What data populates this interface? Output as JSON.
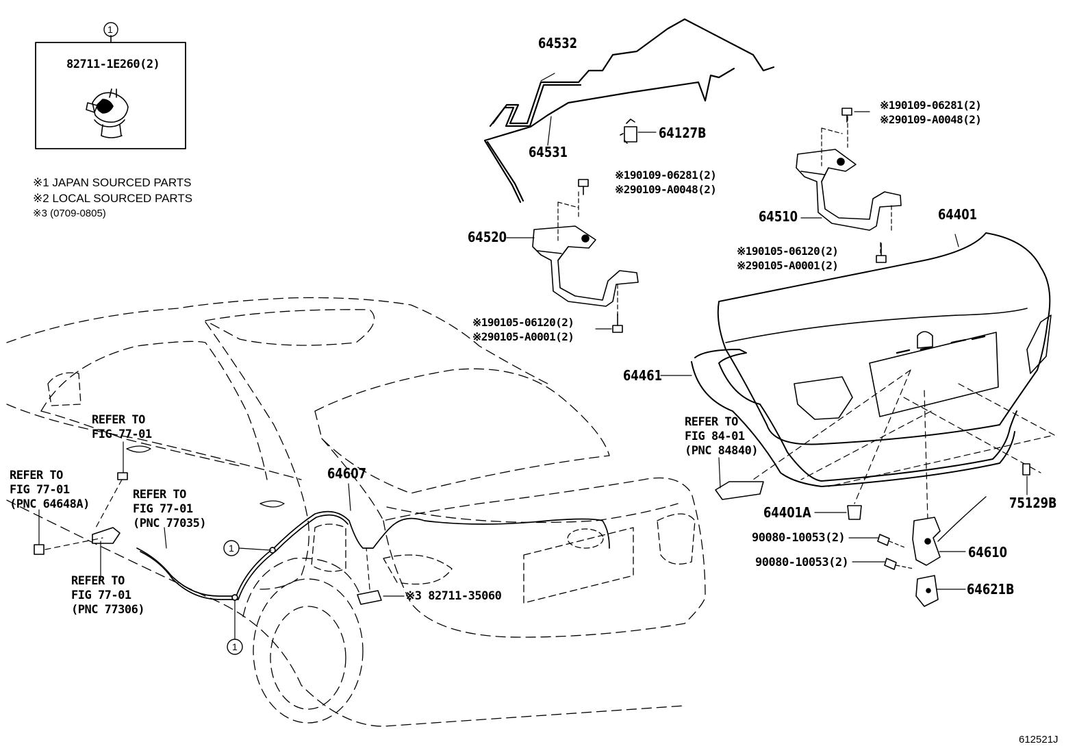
{
  "inset": {
    "callout": "1",
    "part": "82711-1E260(2)"
  },
  "notes": [
    "※1 JAPAN SOURCED PARTS",
    "※2 LOCAL SOURCED PARTS",
    "※3 (0709-0805)"
  ],
  "parts": {
    "p64532": "64532",
    "p64531": "64531",
    "p64127B": "64127B",
    "p64520": "64520",
    "p64510": "64510",
    "p64401": "64401",
    "p64461": "64461",
    "p64607": "64607",
    "p64401A": "64401A",
    "p75129B": "75129B",
    "p64610": "64610",
    "p64621B": "64621B",
    "p90080a": "90080-10053(2)",
    "p90080b": "90080-10053(2)",
    "p82711": "※3 82711-35060"
  },
  "bolt_pairs": {
    "left_top": [
      "※190109-06281(2)",
      "※290109-A0048(2)"
    ],
    "left_bottom": [
      "※190105-06120(2)",
      "※290105-A0001(2)"
    ],
    "right_top": [
      "※190109-06281(2)",
      "※290109-A0048(2)"
    ],
    "right_bottom": [
      "※190105-06120(2)",
      "※290105-A0001(2)"
    ]
  },
  "refs": {
    "ref_a": [
      "REFER TO",
      "FIG 77-01"
    ],
    "ref_b": [
      "REFER TO",
      "FIG 77-01",
      "(PNC 64648A)"
    ],
    "ref_c": [
      "REFER TO",
      "FIG 77-01",
      "(PNC 77035)"
    ],
    "ref_d": [
      "REFER TO",
      "FIG 77-01",
      "(PNC 77306)"
    ],
    "ref_e": [
      "REFER TO",
      "FIG 84-01",
      "(PNC 84840)"
    ]
  },
  "callouts": [
    "1",
    "1"
  ],
  "footer": "612521J"
}
